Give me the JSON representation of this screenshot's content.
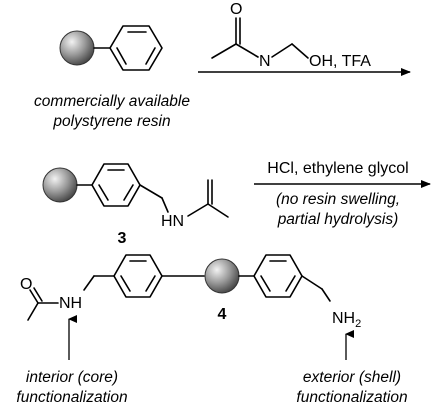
{
  "step1": {
    "reagent_atoms": {
      "o": "O",
      "n": "N",
      "oh": "OH, TFA"
    },
    "caption_line1": "commercially available",
    "caption_line2": "polystyrene resin"
  },
  "step2": {
    "compound_label": "3",
    "nh_label": "HN",
    "reagent_line1": "HCl, ethylene glycol",
    "condition_line1": "(no resin swelling,",
    "condition_line2": "partial hydrolysis)"
  },
  "step3": {
    "compound_label": "4",
    "o_label": "O",
    "nh_label": "NH",
    "nh2_label": "NH",
    "nh2_subscript": "2",
    "interior_line1": "interior (core)",
    "interior_line2": "functionalization",
    "exterior_line1": "exterior (shell)",
    "exterior_line2": "functionalization"
  }
}
